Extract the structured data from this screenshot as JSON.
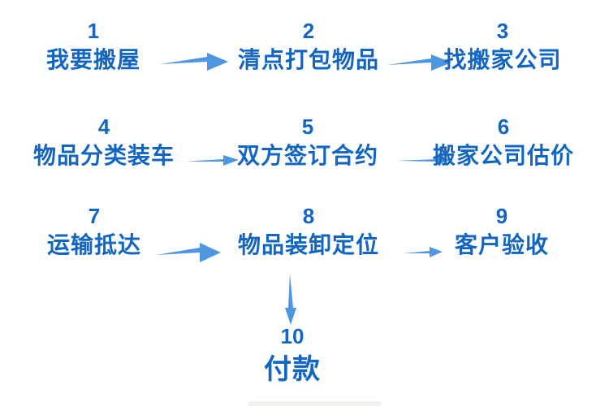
{
  "colors": {
    "step_text": "#1266C2",
    "arrow": "#4D96E0",
    "background": "#FFFFFF"
  },
  "steps": [
    {
      "number": "1",
      "label": "我要搬屋"
    },
    {
      "number": "2",
      "label": "清点打包物品"
    },
    {
      "number": "3",
      "label": "找搬家公司"
    },
    {
      "number": "4",
      "label": "物品分类装车"
    },
    {
      "number": "5",
      "label": "双方签订合约"
    },
    {
      "number": "6",
      "label": "搬家公司估价"
    },
    {
      "number": "7",
      "label": "运输抵达"
    },
    {
      "number": "8",
      "label": "物品装卸定位"
    },
    {
      "number": "9",
      "label": "客户验收"
    },
    {
      "number": "10",
      "label": "付款"
    }
  ],
  "arrows": [
    {
      "from": "1",
      "to": "2",
      "direction": "right"
    },
    {
      "from": "2",
      "to": "3",
      "direction": "right"
    },
    {
      "from": "4",
      "to": "5",
      "direction": "right"
    },
    {
      "from": "5",
      "to": "6",
      "direction": "right"
    },
    {
      "from": "7",
      "to": "8",
      "direction": "right"
    },
    {
      "from": "8",
      "to": "9",
      "direction": "right"
    },
    {
      "from": "8",
      "to": "10",
      "direction": "down"
    }
  ]
}
